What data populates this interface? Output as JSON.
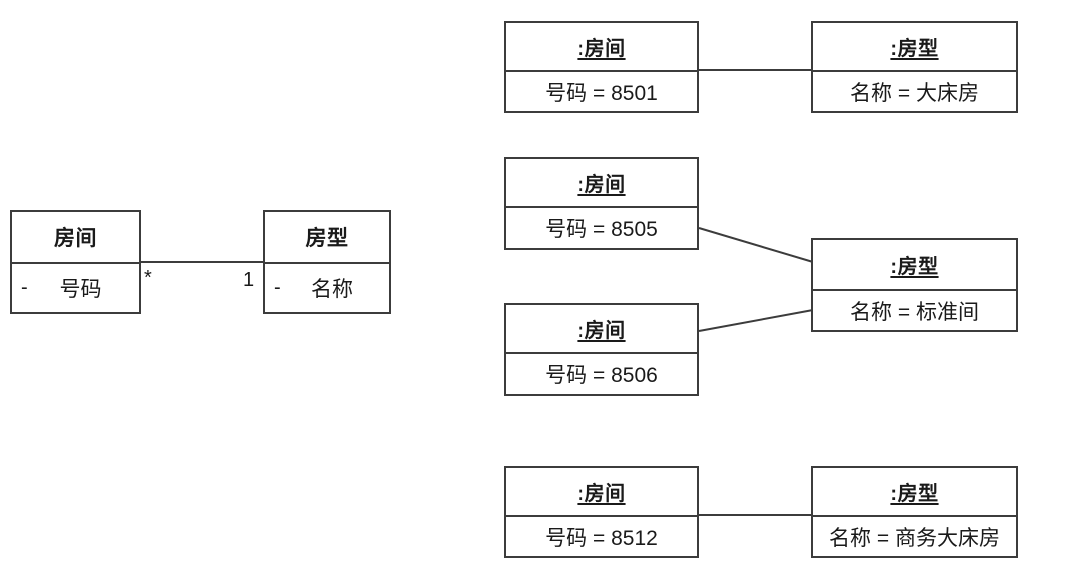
{
  "diagram": {
    "class_model": {
      "classes": [
        {
          "name": "房间",
          "attributes": [
            {
              "visibility": "-",
              "name": "号码"
            }
          ]
        },
        {
          "name": "房型",
          "attributes": [
            {
              "visibility": "-",
              "name": "名称"
            }
          ]
        }
      ],
      "association": {
        "source_multiplicity": "*",
        "target_multiplicity": "1"
      }
    },
    "object_model": {
      "groups": [
        {
          "id": "group-1",
          "rooms": [
            {
              "name": ":房间",
              "slot": "号码 = 8501"
            }
          ],
          "roomtype": {
            "name": ":房型",
            "slot": "名称 = 大床房"
          }
        },
        {
          "id": "group-2",
          "rooms": [
            {
              "name": ":房间",
              "slot": "号码 = 8505"
            },
            {
              "name": ":房间",
              "slot": "号码 = 8506"
            }
          ],
          "roomtype": {
            "name": ":房型",
            "slot": "名称 = 标准间"
          }
        },
        {
          "id": "group-3",
          "rooms": [
            {
              "name": ":房间",
              "slot": "号码 = 8512"
            }
          ],
          "roomtype": {
            "name": ":房型",
            "slot": "名称 = 商务大床房"
          }
        }
      ]
    },
    "colors": {
      "stroke": "#3c3c3c",
      "background": "#ffffff",
      "text": "#1a1a1a"
    }
  }
}
